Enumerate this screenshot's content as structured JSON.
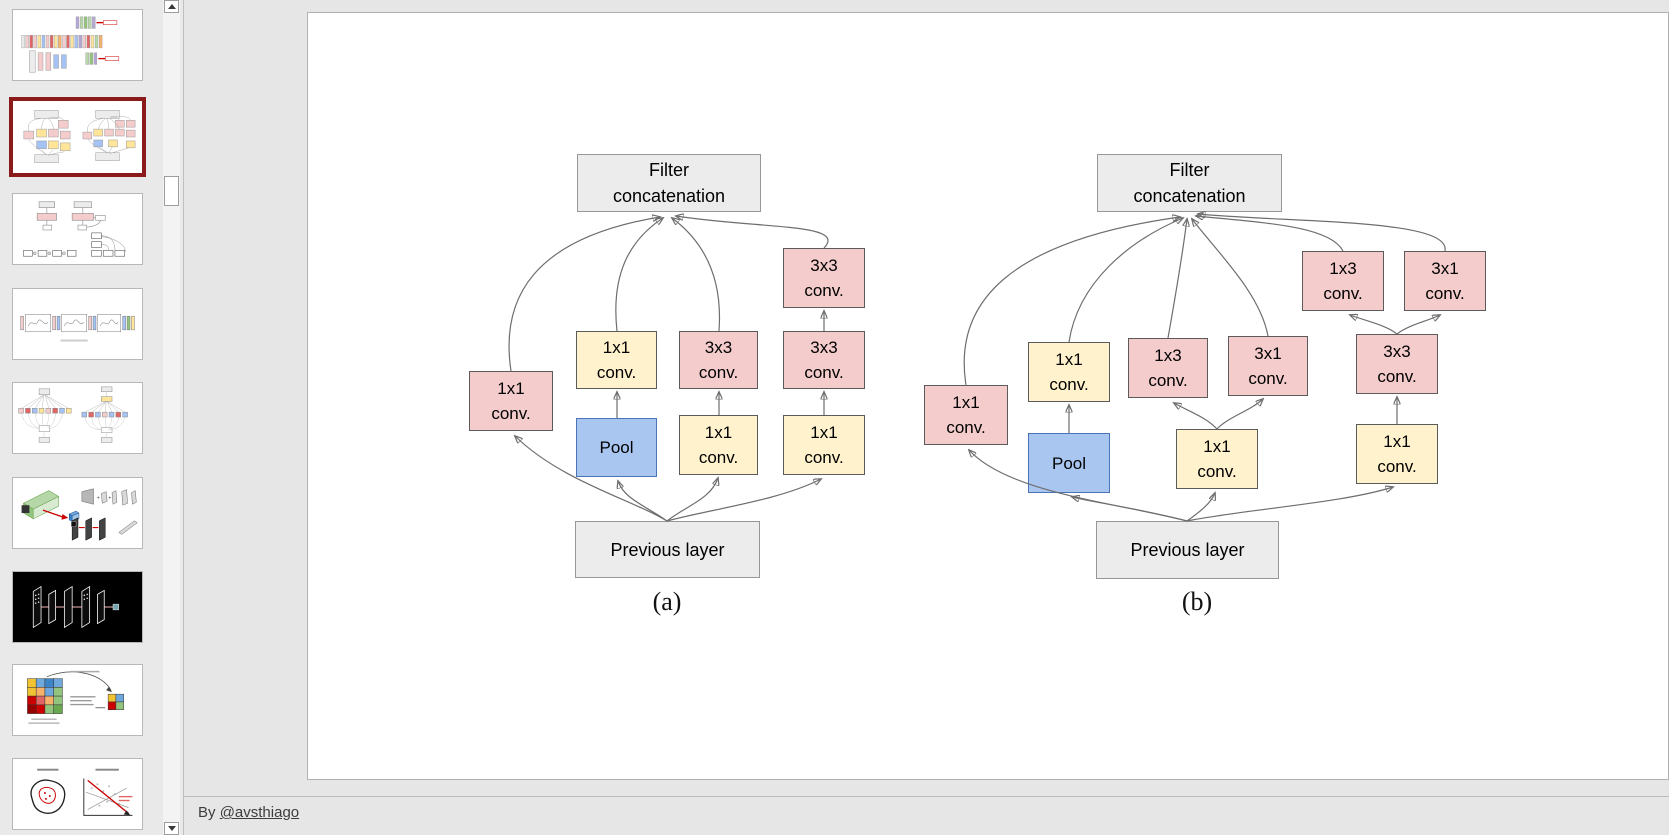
{
  "sidebar": {
    "thumbnails": [
      {
        "index": 1,
        "name": "network-architecture-overview",
        "selected": false,
        "background": "white"
      },
      {
        "index": 2,
        "name": "inception-modules-current-slide",
        "selected": true,
        "background": "white"
      },
      {
        "index": 3,
        "name": "module-tree-diagrams",
        "selected": false,
        "background": "white"
      },
      {
        "index": 4,
        "name": "dense-block-pipeline",
        "selected": false,
        "background": "white"
      },
      {
        "index": 5,
        "name": "fan-tree-diagrams",
        "selected": false,
        "background": "white"
      },
      {
        "index": 6,
        "name": "3d-volume-diagrams",
        "selected": false,
        "background": "white"
      },
      {
        "index": 7,
        "name": "dark-3d-slab-diagram",
        "selected": false,
        "background": "black"
      },
      {
        "index": 8,
        "name": "colored-grid-pooling",
        "selected": false,
        "background": "white"
      },
      {
        "index": 9,
        "name": "contour-and-scatter-plots",
        "selected": false,
        "background": "white"
      }
    ]
  },
  "slide": {
    "diagram_a": {
      "caption": "(a)",
      "nodes": [
        {
          "id": "filter-concatenation",
          "text": "Filter\nconcatenation",
          "type": "gray"
        },
        {
          "id": "conv-3x3-top",
          "text": "3x3\nconv.",
          "type": "pink"
        },
        {
          "id": "conv-1x1-branch2-top",
          "text": "1x1\nconv.",
          "type": "yellow"
        },
        {
          "id": "conv-3x3-branch3",
          "text": "3x3\nconv.",
          "type": "pink"
        },
        {
          "id": "conv-3x3-branch4",
          "text": "3x3\nconv.",
          "type": "pink"
        },
        {
          "id": "conv-1x1-branch1",
          "text": "1x1\nconv.",
          "type": "pink"
        },
        {
          "id": "pool",
          "text": "Pool",
          "type": "blue"
        },
        {
          "id": "conv-1x1-branch3",
          "text": "1x1\nconv.",
          "type": "yellow"
        },
        {
          "id": "conv-1x1-branch4",
          "text": "1x1\nconv.",
          "type": "yellow"
        },
        {
          "id": "previous-layer",
          "text": "Previous layer",
          "type": "gray"
        }
      ]
    },
    "diagram_b": {
      "caption": "(b)",
      "nodes": [
        {
          "id": "filter-concatenation",
          "text": "Filter\nconcatenation",
          "type": "gray"
        },
        {
          "id": "conv-1x3-top",
          "text": "1x3\nconv.",
          "type": "pink"
        },
        {
          "id": "conv-3x1-top",
          "text": "3x1\nconv.",
          "type": "pink"
        },
        {
          "id": "conv-1x1-branch2-top",
          "text": "1x1\nconv.",
          "type": "yellow"
        },
        {
          "id": "conv-1x3-branch3",
          "text": "1x3\nconv.",
          "type": "pink"
        },
        {
          "id": "conv-3x1-branch3",
          "text": "3x1\nconv.",
          "type": "pink"
        },
        {
          "id": "conv-3x3-branch4",
          "text": "3x3\nconv.",
          "type": "pink"
        },
        {
          "id": "conv-1x1-branch1",
          "text": "1x1\nconv.",
          "type": "pink"
        },
        {
          "id": "pool",
          "text": "Pool",
          "type": "blue"
        },
        {
          "id": "conv-1x1-branch3",
          "text": "1x1\nconv.",
          "type": "yellow"
        },
        {
          "id": "conv-1x1-branch4",
          "text": "1x1\nconv.",
          "type": "yellow"
        },
        {
          "id": "previous-layer",
          "text": "Previous layer",
          "type": "gray"
        }
      ]
    }
  },
  "footer": {
    "prefix": "By",
    "author": "@avsthiago"
  },
  "colors": {
    "box_pink": "#f4cccc",
    "box_yellow": "#fff2cc",
    "box_blue": "#a9c6f0",
    "box_gray": "#ececec",
    "arrow": "#6e6e6e",
    "selected_thumbnail_border": "#8b1a1a"
  }
}
